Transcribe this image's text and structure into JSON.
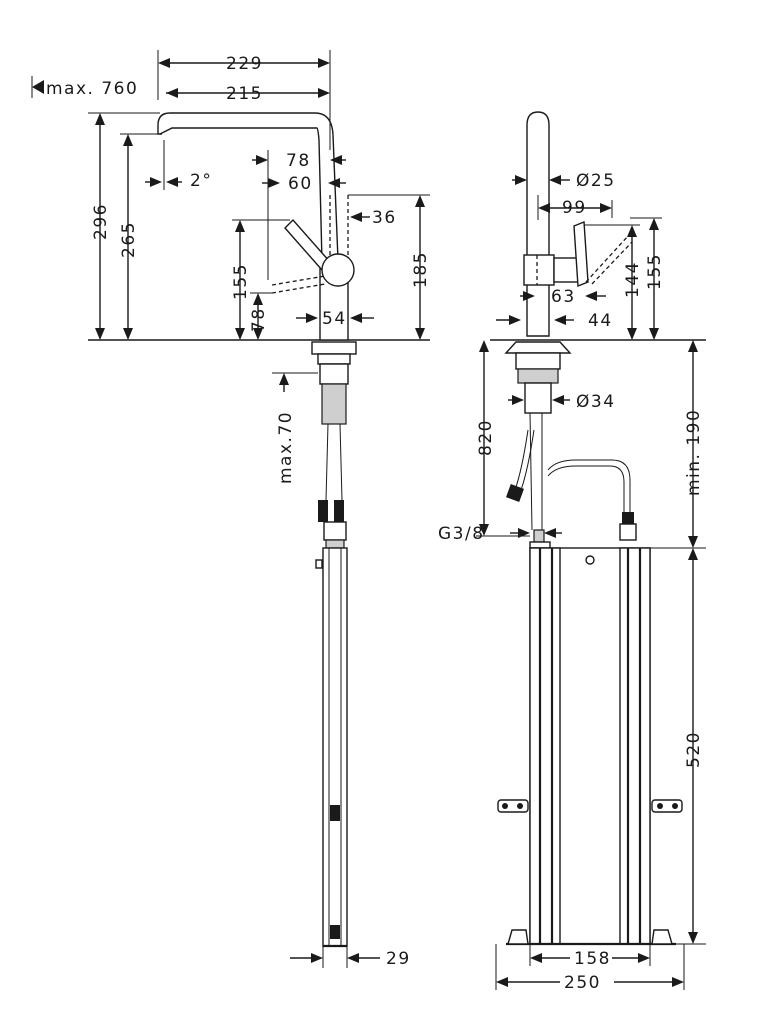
{
  "labels": {
    "d229": "229",
    "d760": "max. 760",
    "d215": "215",
    "d78a": "78",
    "d2deg": "2°",
    "d60": "60",
    "d36": "36",
    "d296": "296",
    "d265": "265",
    "d185": "185",
    "d155a": "155",
    "d78b": "78",
    "d54": "54",
    "dmax70": "max.70",
    "d29": "29",
    "d25": "Ø25",
    "d99": "99",
    "d144": "144",
    "d155b": "155",
    "d63": "63",
    "d44": "44",
    "d34": "Ø34",
    "d820": "820",
    "dmin190": "min. 190",
    "dG38": "G3/8",
    "d520": "520",
    "d158": "158",
    "d250": "250"
  }
}
